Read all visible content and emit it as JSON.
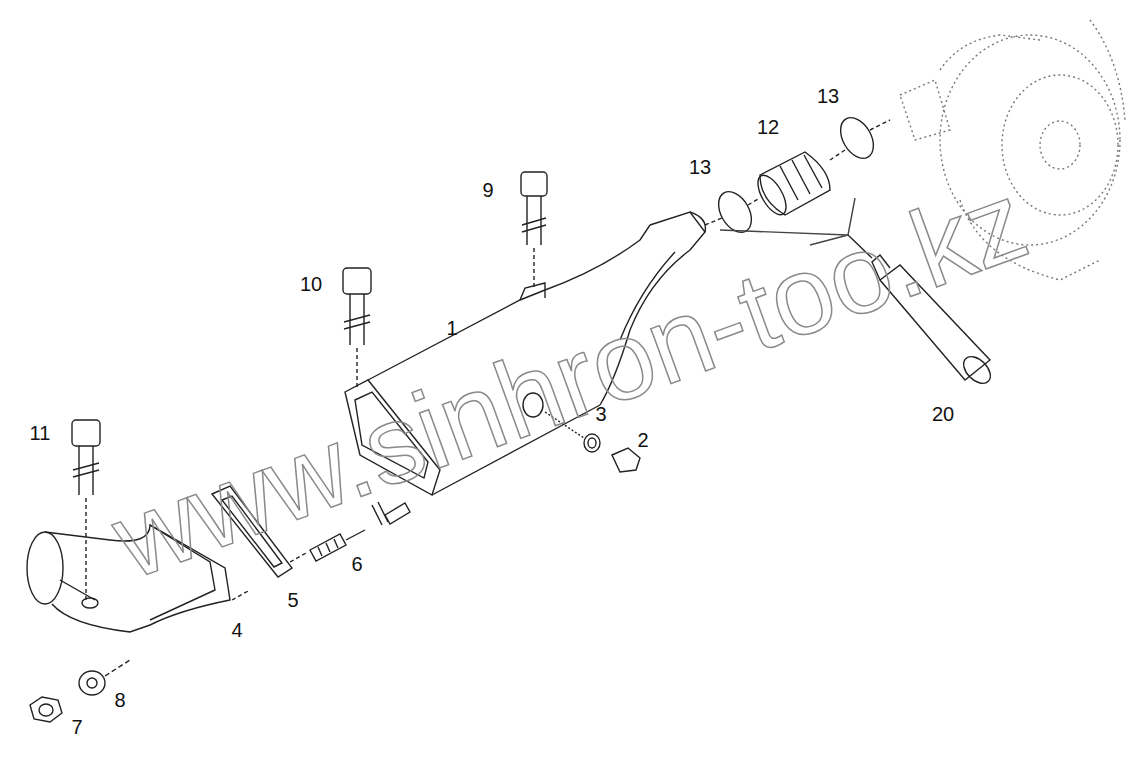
{
  "diagram": {
    "labels": [
      "13",
      "12",
      "13",
      "9",
      "10",
      "1",
      "3",
      "2",
      "11",
      "6",
      "5",
      "4",
      "8",
      "7",
      "20",
      "www.sinhron-too.kz"
    ]
  }
}
